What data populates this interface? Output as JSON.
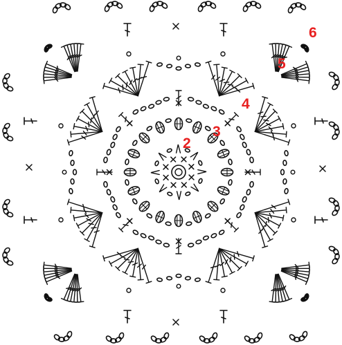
{
  "diagram": {
    "type": "crochet-square-chart",
    "ink_color": "#111111",
    "label_color": "#e82020",
    "background": "#ffffff",
    "round_labels": [
      {
        "id": "r2",
        "text": "2"
      },
      {
        "id": "r3",
        "text": "3"
      },
      {
        "id": "r4",
        "text": "4"
      },
      {
        "id": "r5",
        "text": "5"
      },
      {
        "id": "r6",
        "text": "6"
      }
    ],
    "symbols": {
      "chain": "chain-oval-icon",
      "single_crochet": "sc-x-icon",
      "treble": "treble-stitch-icon",
      "bobble": "bobble-icon",
      "slip_stitch": "slip-dot-icon",
      "magic_ring": "magic-ring-icon"
    }
  }
}
